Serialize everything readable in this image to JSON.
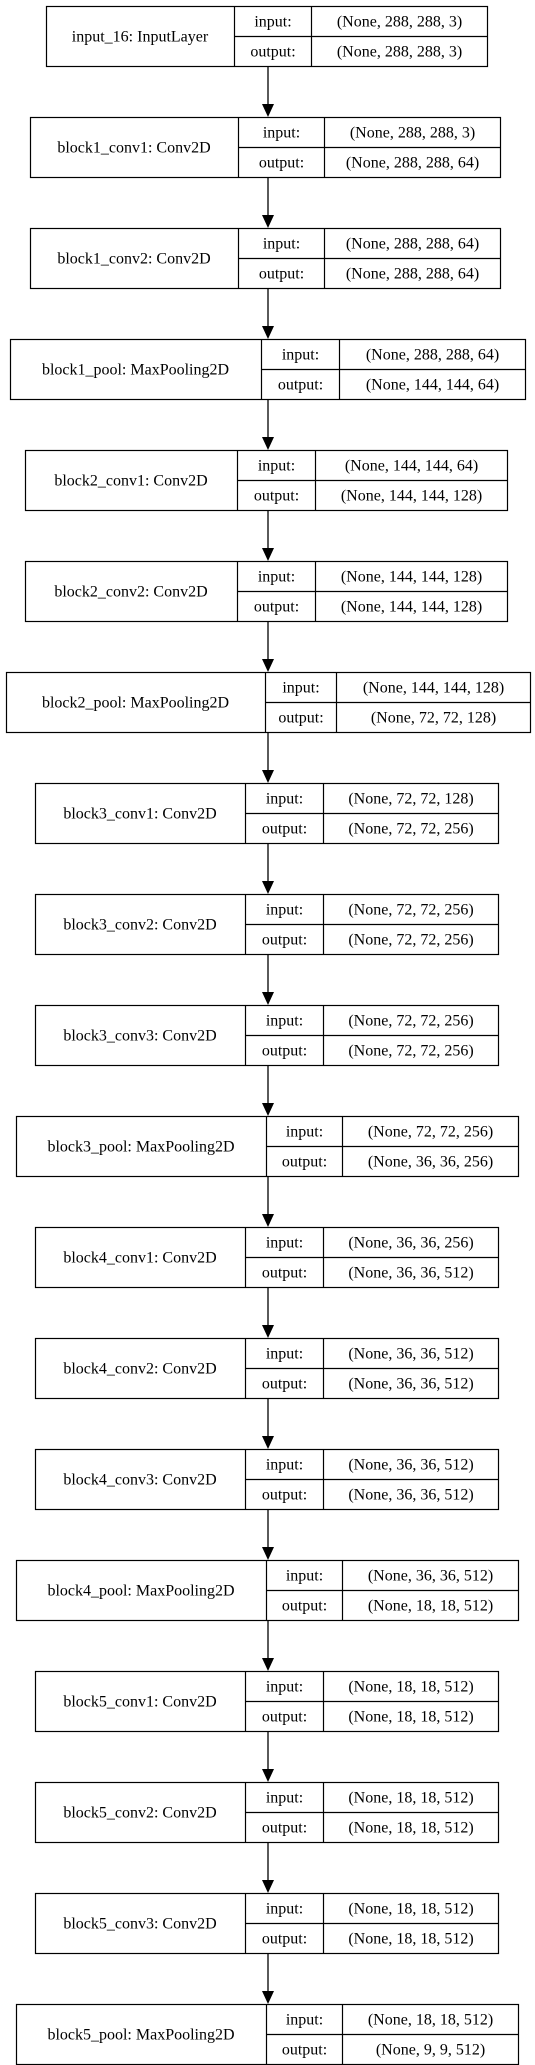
{
  "diagram": {
    "input_label": "input:",
    "output_label": "output:",
    "nodes": [
      {
        "name": "input_16: InputLayer",
        "input": "(None, 288, 288, 3)",
        "output": "(None, 288, 288, 3)"
      },
      {
        "name": "block1_conv1: Conv2D",
        "input": "(None, 288, 288, 3)",
        "output": "(None, 288, 288, 64)"
      },
      {
        "name": "block1_conv2: Conv2D",
        "input": "(None, 288, 288, 64)",
        "output": "(None, 288, 288, 64)"
      },
      {
        "name": "block1_pool: MaxPooling2D",
        "input": "(None, 288, 288, 64)",
        "output": "(None, 144, 144, 64)"
      },
      {
        "name": "block2_conv1: Conv2D",
        "input": "(None, 144, 144, 64)",
        "output": "(None, 144, 144, 128)"
      },
      {
        "name": "block2_conv2: Conv2D",
        "input": "(None, 144, 144, 128)",
        "output": "(None, 144, 144, 128)"
      },
      {
        "name": "block2_pool: MaxPooling2D",
        "input": "(None, 144, 144, 128)",
        "output": "(None, 72, 72, 128)"
      },
      {
        "name": "block3_conv1: Conv2D",
        "input": "(None, 72, 72, 128)",
        "output": "(None, 72, 72, 256)"
      },
      {
        "name": "block3_conv2: Conv2D",
        "input": "(None, 72, 72, 256)",
        "output": "(None, 72, 72, 256)"
      },
      {
        "name": "block3_conv3: Conv2D",
        "input": "(None, 72, 72, 256)",
        "output": "(None, 72, 72, 256)"
      },
      {
        "name": "block3_pool: MaxPooling2D",
        "input": "(None, 72, 72, 256)",
        "output": "(None, 36, 36, 256)"
      },
      {
        "name": "block4_conv1: Conv2D",
        "input": "(None, 36, 36, 256)",
        "output": "(None, 36, 36, 512)"
      },
      {
        "name": "block4_conv2: Conv2D",
        "input": "(None, 36, 36, 512)",
        "output": "(None, 36, 36, 512)"
      },
      {
        "name": "block4_conv3: Conv2D",
        "input": "(None, 36, 36, 512)",
        "output": "(None, 36, 36, 512)"
      },
      {
        "name": "block4_pool: MaxPooling2D",
        "input": "(None, 36, 36, 512)",
        "output": "(None, 18, 18, 512)"
      },
      {
        "name": "block5_conv1: Conv2D",
        "input": "(None, 18, 18, 512)",
        "output": "(None, 18, 18, 512)"
      },
      {
        "name": "block5_conv2: Conv2D",
        "input": "(None, 18, 18, 512)",
        "output": "(None, 18, 18, 512)"
      },
      {
        "name": "block5_conv3: Conv2D",
        "input": "(None, 18, 18, 512)",
        "output": "(None, 18, 18, 512)"
      },
      {
        "name": "block5_pool: MaxPooling2D",
        "input": "(None, 18, 18, 512)",
        "output": "(None, 9, 9, 512)"
      }
    ]
  }
}
